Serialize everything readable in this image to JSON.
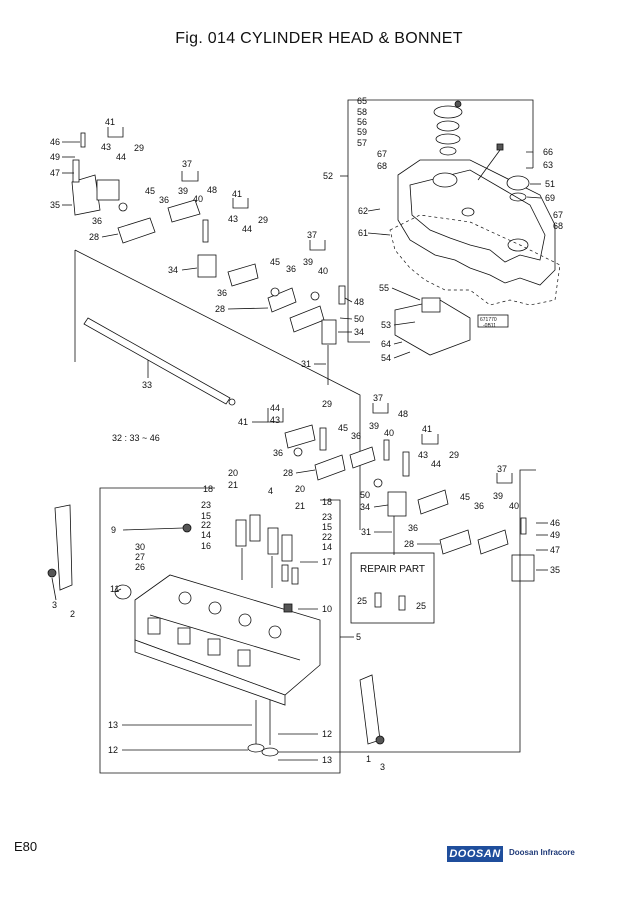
{
  "page": {
    "title": "Fig. 014 CYLINDER HEAD & BONNET",
    "page_number": "E80",
    "brand": {
      "logo_text": "DOOSAN",
      "subtitle": "Doosan Infracore",
      "color": "#1f4e9c"
    }
  },
  "note": "32 : 33 ~ 46",
  "repair_box": {
    "title": "REPAIR PART",
    "labels": [
      "25",
      "25"
    ]
  },
  "callouts": {
    "bonnet": [
      "65",
      "58",
      "56",
      "59",
      "57",
      "67",
      "68",
      "52",
      "66",
      "63",
      "51",
      "69",
      "67",
      "68",
      "62",
      "61",
      "55",
      "53",
      "64",
      "54"
    ],
    "rocker_group_1": [
      "41",
      "46",
      "43",
      "44",
      "29",
      "49",
      "47",
      "35",
      "37",
      "45",
      "39",
      "48",
      "36",
      "40",
      "28",
      "41",
      "36",
      "43",
      "29",
      "44",
      "34",
      "37",
      "36",
      "45",
      "39",
      "40",
      "28",
      "48",
      "50",
      "34",
      "31"
    ],
    "shaft": [
      "33",
      "32"
    ],
    "rocker_group_2": [
      "44",
      "29",
      "41",
      "43",
      "37",
      "45",
      "36",
      "39",
      "48",
      "40",
      "36",
      "28",
      "41",
      "50",
      "43",
      "29",
      "34",
      "44",
      "31",
      "45",
      "37",
      "36",
      "39",
      "36",
      "40",
      "28",
      "46",
      "49",
      "47",
      "35"
    ],
    "head": [
      "20",
      "18",
      "21",
      "4",
      "23",
      "15",
      "22",
      "14",
      "16",
      "9",
      "30",
      "27",
      "26",
      "11",
      "20",
      "18",
      "21",
      "23",
      "15",
      "22",
      "14",
      "17",
      "10",
      "5",
      "13",
      "12",
      "12",
      "13",
      "2",
      "3",
      "1",
      "3"
    ]
  }
}
